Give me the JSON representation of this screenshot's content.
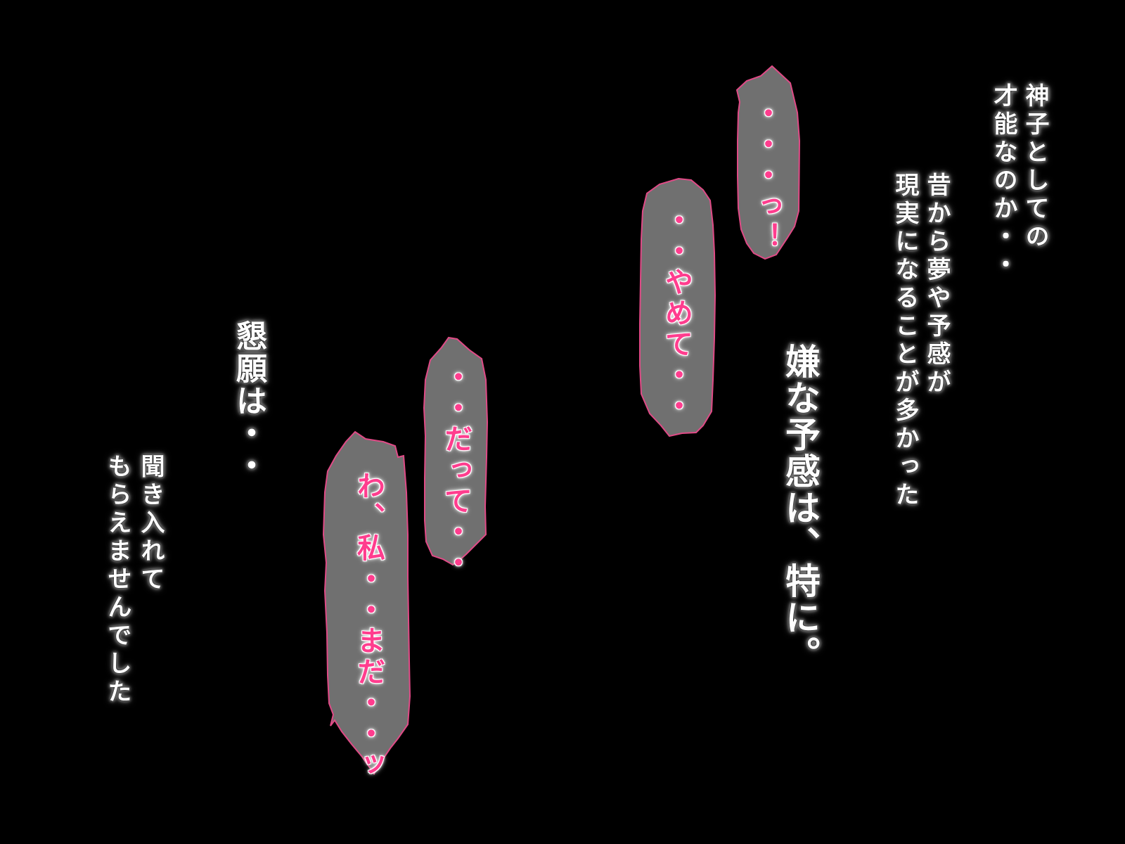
{
  "colors": {
    "background": "#000000",
    "narration_text": "#ffffff",
    "bubble_fill": "#707070",
    "bubble_outline": "#e04a86",
    "bubble_text": "#ff3d8e"
  },
  "narration": {
    "line1": "神子としての",
    "line2": "才能なのか・・",
    "line3": "昔から夢や予感が",
    "line4": "現実になることが多かった",
    "line5": "嫌な予感は、特に。",
    "line6": "懇願は・・",
    "line7": "聞き入れて",
    "line8": "もらえませんでした"
  },
  "bubbles": {
    "b1": "・・・っ！",
    "b2": "・・やめて・・",
    "b3": "・・だって・・",
    "b4": "わ、私・・まだ・・ッ"
  }
}
